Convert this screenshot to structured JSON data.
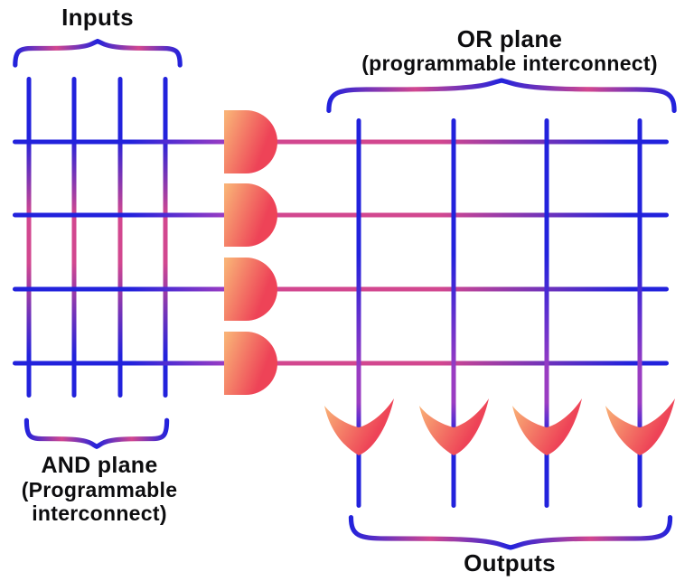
{
  "diagram": {
    "input_lines": 4,
    "and_gates": 4,
    "product_term_lines": 4,
    "or_gates": 4,
    "output_lines": 4
  },
  "labels": {
    "inputs": "Inputs",
    "or_plane_title": "OR plane",
    "or_plane_subtitle": "(programmable interconnect)",
    "and_plane_title": "AND plane",
    "and_plane_subtitle_line1": "(Programmable",
    "and_plane_subtitle_line2": "interconnect)",
    "outputs": "Outputs"
  },
  "colors": {
    "blue": "#2222dc",
    "pink": "#d2478f",
    "purple": "#9a3cc2",
    "gate_light": "#f9b176",
    "gate_dark": "#ee4357",
    "text": "#0d0d0f",
    "background": "#ffffff"
  }
}
